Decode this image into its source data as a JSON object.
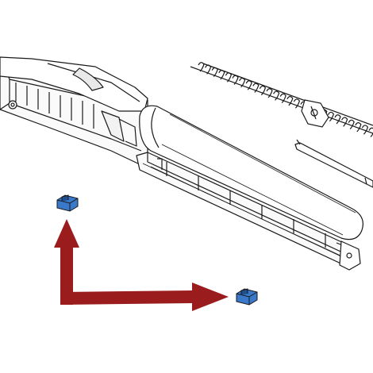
{
  "colors": {
    "background": "#ffffff",
    "line": "#1a1a1a",
    "arrow": "#9b1c1c",
    "part_fill": "#3a78c9",
    "part_shade": "#1f4f8f"
  },
  "parts": [
    {
      "name": "end-stop-top-left",
      "color_key": "part_fill"
    },
    {
      "name": "end-stop-bottom-right",
      "color_key": "part_fill"
    }
  ],
  "arrows": [
    {
      "name": "arrow-up",
      "direction": "up"
    },
    {
      "name": "arrow-right",
      "direction": "right"
    }
  ]
}
